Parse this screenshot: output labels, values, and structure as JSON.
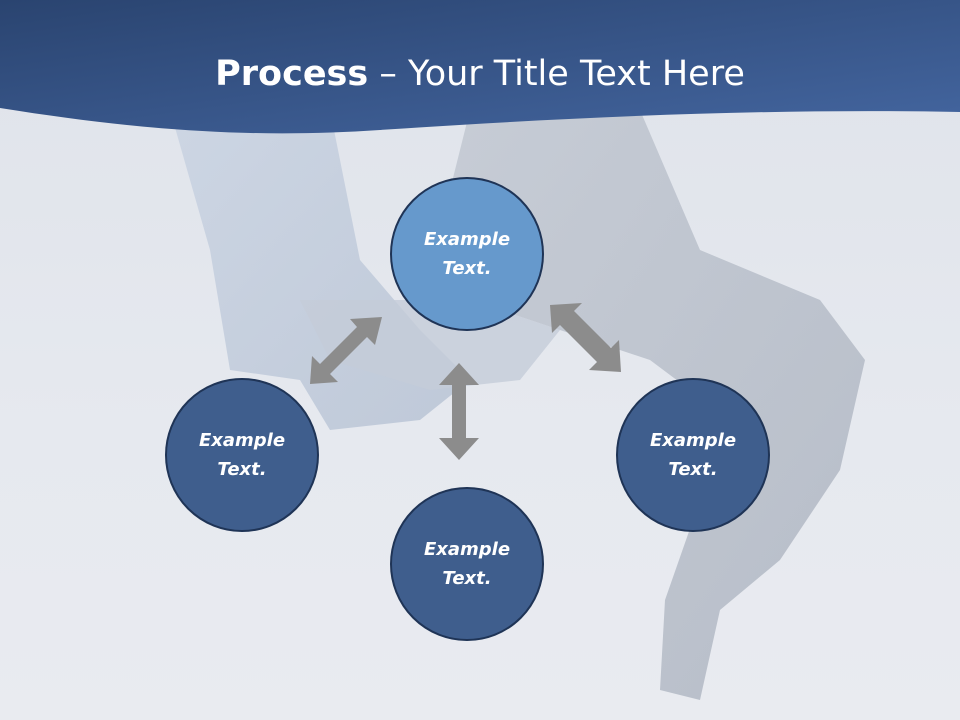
{
  "slide": {
    "title_bold": "Process",
    "title_rest": " – Your Title Text Here"
  },
  "nodes": {
    "top": {
      "line1": "Example",
      "line2": "Text."
    },
    "left": {
      "line1": "Example",
      "line2": "Text."
    },
    "right": {
      "line1": "Example",
      "line2": "Text."
    },
    "bottom": {
      "line1": "Example",
      "line2": "Text."
    }
  },
  "colors": {
    "header": "#2f4c7e",
    "node_fill": "#3f5e8d",
    "node_highlight": "#6699cc",
    "node_border": "#1f3456",
    "arrow": "#8c8c8c"
  }
}
